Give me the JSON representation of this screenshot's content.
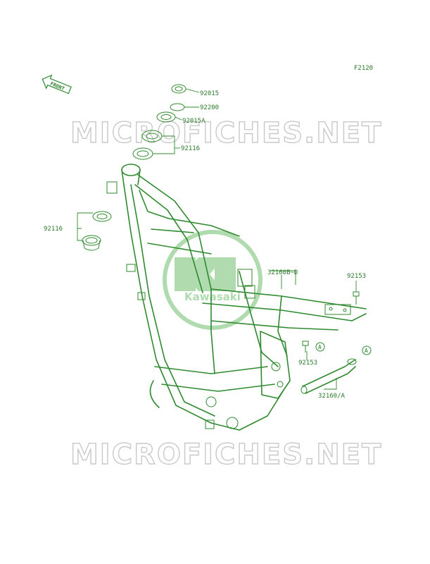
{
  "figure_code": "F2120",
  "front_label": "FRONT",
  "watermark_top": "MICROFICHES.NET",
  "watermark_bottom": "MICROFICHES.NET",
  "logo_text": "Kawasaki",
  "callouts": {
    "c1": "92015",
    "c2": "92200",
    "c3": "92015A",
    "c4": "92116",
    "c5": "92116",
    "c6": "32160B~D",
    "c7": "92153",
    "c8": "92153",
    "c9": "32160/A"
  },
  "ref_marks": {
    "a1": "A",
    "a2": "A"
  },
  "colors": {
    "line": "#2f8a2f",
    "watermark": "#c9c9c9",
    "logo": "#6fbf6f"
  }
}
